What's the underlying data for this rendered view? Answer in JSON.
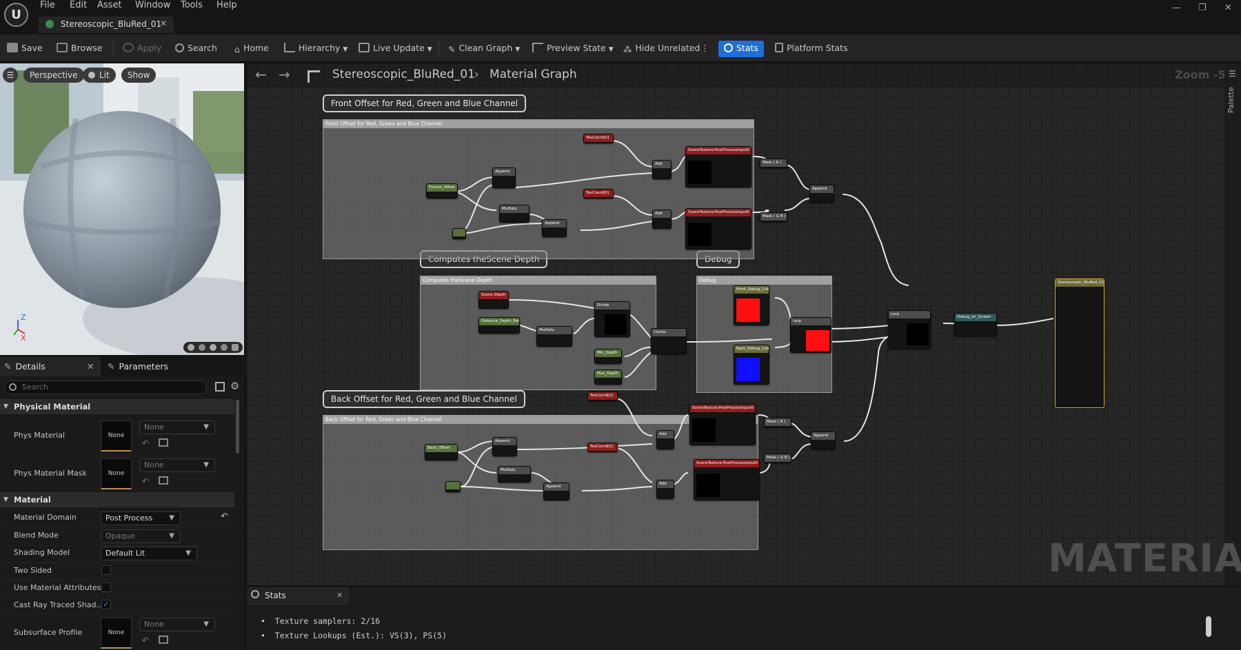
{
  "menu": [
    "File",
    "Edit",
    "Asset",
    "Window",
    "Tools",
    "Help"
  ],
  "document_tab": {
    "label": "Stereoscopic_BluRed_01"
  },
  "toolbar": {
    "save": "Save",
    "browse": "Browse",
    "apply": "Apply",
    "search": "Search",
    "home": "Home",
    "hierarchy": "Hierarchy",
    "live_update": "Live Update",
    "clean_graph": "Clean Graph",
    "preview_state": "Preview State",
    "hide_unrelated": "Hide Unrelated",
    "stats": "Stats",
    "platform_stats": "Platform Stats"
  },
  "viewport": {
    "perspective": "Perspective",
    "lit": "Lit",
    "show": "Show",
    "axis_z": "Z",
    "axis_x": "X"
  },
  "details": {
    "tab_details": "Details",
    "tab_parameters": "Parameters",
    "search_placeholder": "Search",
    "sections": {
      "physical_material": "Physical Material",
      "material": "Material"
    },
    "phys_material": {
      "label": "Phys Material",
      "thumb": "None",
      "value": "None"
    },
    "phys_material_mask": {
      "label": "Phys Material Mask",
      "thumb": "None",
      "value": "None"
    },
    "material_domain": {
      "label": "Material Domain",
      "value": "Post Process"
    },
    "blend_mode": {
      "label": "Blend Mode",
      "value": "Opaque"
    },
    "shading_model": {
      "label": "Shading Model",
      "value": "Default Lit"
    },
    "two_sided": {
      "label": "Two Sided",
      "checked": false
    },
    "use_material_attributes": {
      "label": "Use Material Attributes",
      "checked": false
    },
    "cast_ray_traced": {
      "label": "Cast Ray Traced Shad...",
      "checked": true
    },
    "subsurface_profile": {
      "label": "Subsurface Profile",
      "thumb": "None",
      "value": "None"
    }
  },
  "graph": {
    "breadcrumb_asset": "Stereoscopic_BluRed_01",
    "breadcrumb_graph": "Material Graph",
    "zoom": "Zoom -5",
    "palette": "Palette",
    "watermark": "MATERIAL",
    "comments": {
      "front": "Front Offset for Red, Green and Blue Channel",
      "depth": "Computes theScene Depth",
      "debug": "Debug",
      "back": "Back Offset for Red, Green and Blue Channel"
    },
    "node_labels": {
      "texcoord": "TexCoord[0]",
      "front_offset": "Frontal_Offset",
      "back_offset": "Back_Offset",
      "append": "Append",
      "multiply": "Multiply",
      "add": "Add",
      "scene_texture": "SceneTexture:PostProcessInput0",
      "mask_r": "Mask ( R )",
      "mask_gb": "Mask ( G B )",
      "scene_depth": "Scene Depth",
      "custom_depth": "Distance_Depth_Ratio",
      "divide": "Divide",
      "clamp": "Clamp",
      "lerp": "Lerp",
      "min_depth": "Min_Depth",
      "max_depth": "Max_Depth",
      "front_debug": "Front_Debug_Color",
      "back_debug": "Back_Debug_Color",
      "debug_switch": "Debug_on_Screen",
      "result": "Stereoscopic_BluRed_01"
    }
  },
  "stats_panel": {
    "tab": "Stats",
    "lines": [
      "Texture samplers: 2/16",
      "Texture Lookups (Est.): VS(3), PS(5)"
    ]
  }
}
